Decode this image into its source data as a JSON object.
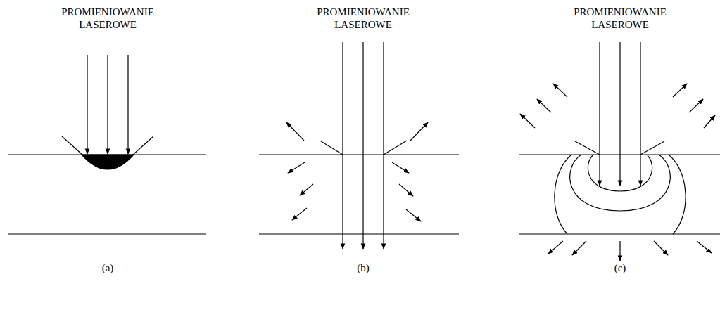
{
  "diagram": {
    "labels": [
      "PROMIENIOWANIE LASEROWE",
      "PROMIENIOWANIE LASEROWE",
      "PROMIENIOWANIE LASEROWE",
      "(a)",
      "(b)",
      "(c)"
    ]
  }
}
